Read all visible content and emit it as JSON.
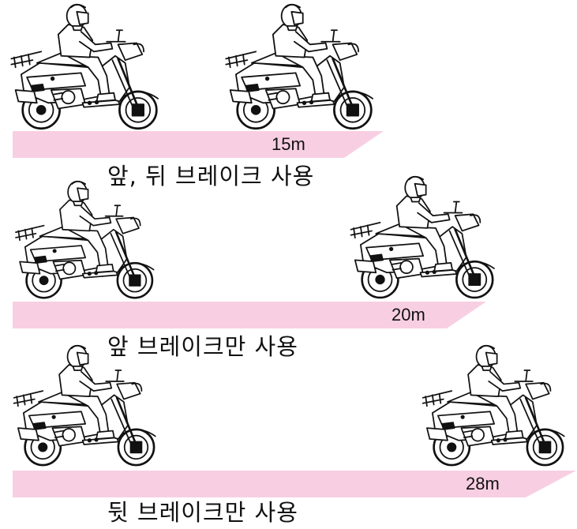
{
  "colors": {
    "bar": "#f8cfe2",
    "ink": "#111111"
  },
  "diagrams": [
    {
      "distance": "15m",
      "caption": "앞, 뒤 브레이크 사용"
    },
    {
      "distance": "20m",
      "caption": "앞 브레이크만 사용"
    },
    {
      "distance": "28m",
      "caption": "뒷 브레이크만 사용"
    }
  ]
}
